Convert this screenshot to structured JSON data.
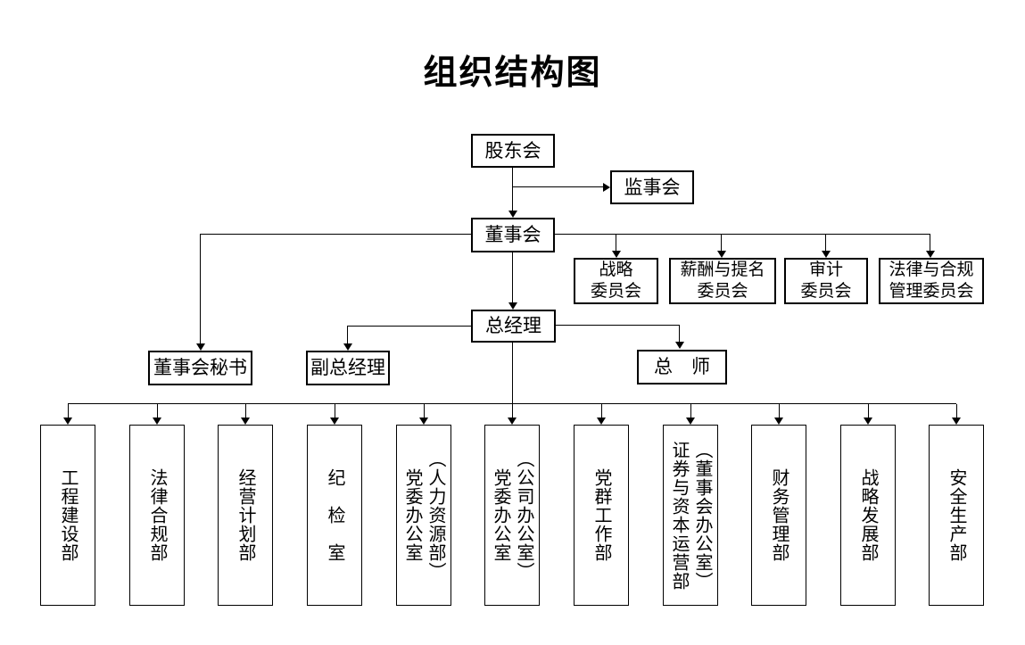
{
  "title": "组织结构图",
  "nodes": {
    "shareholders": "股东会",
    "supervisory_board": "监事会",
    "board_of_directors": "董事会",
    "general_manager": "总经理",
    "board_secretary": "董事会秘书",
    "deputy_general_manager": "副总经理",
    "chief_engineer": "总　师"
  },
  "committees": [
    {
      "label": "战略\n委员会"
    },
    {
      "label": "薪酬与提名\n委员会"
    },
    {
      "label": "审计\n委员会"
    },
    {
      "label": "法律与合规\n管理委员会"
    }
  ],
  "departments": [
    {
      "label": "工程建设部"
    },
    {
      "label": "法律合规部"
    },
    {
      "label": "经营计划部"
    },
    {
      "label": "纪　检　室"
    },
    {
      "label": "党委办公室\n（人力资源部）"
    },
    {
      "label": "党委办公室\n（公司办公室）"
    },
    {
      "label": "党群工作部"
    },
    {
      "label": "证券与资本运营部\n（董事会办公室）"
    },
    {
      "label": "财务管理部"
    },
    {
      "label": "战略发展部"
    },
    {
      "label": "安全生产部"
    }
  ],
  "colors": {
    "background": "#ffffff",
    "line": "#000000",
    "box_border": "#000000",
    "text": "#000000"
  }
}
